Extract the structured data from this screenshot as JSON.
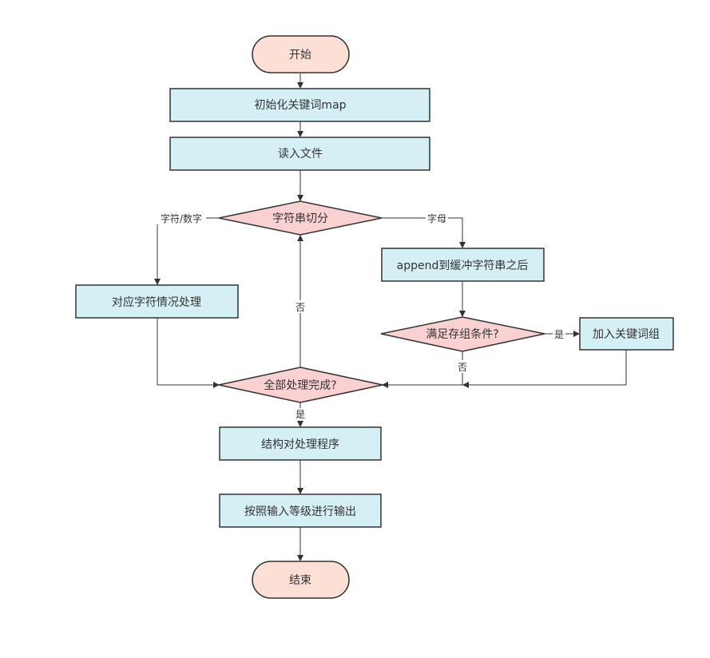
{
  "colors": {
    "terminal_fill": "#fde0d5",
    "process_fill": "#d5f0f4",
    "decision_fill": "#f9d1d1",
    "stroke": "#333333",
    "text": "#333333"
  },
  "nodes": {
    "start": {
      "label": "开始",
      "type": "terminal"
    },
    "init_map": {
      "label": "初始化关键词map",
      "type": "process"
    },
    "read_file": {
      "label": "读入文件",
      "type": "process"
    },
    "split_string": {
      "label": "字符串切分",
      "type": "decision"
    },
    "handle_char": {
      "label": "对应字符情况处理",
      "type": "process"
    },
    "append_buffer": {
      "label": "append到缓冲字符串之后",
      "type": "process"
    },
    "check_group": {
      "label": "满足存组条件?",
      "type": "decision"
    },
    "add_keyword_group": {
      "label": "加入关键词组",
      "type": "process"
    },
    "all_done": {
      "label": "全部处理完成?",
      "type": "decision"
    },
    "struct_handler": {
      "label": "结构对处理程序",
      "type": "process"
    },
    "output_by_level": {
      "label": "按照输入等级进行输出",
      "type": "process"
    },
    "end": {
      "label": "结束",
      "type": "terminal"
    }
  },
  "edges": {
    "split_to_char": {
      "label": "字符/数字"
    },
    "split_to_letter": {
      "label": "字母"
    },
    "done_no": {
      "label": "否"
    },
    "group_yes": {
      "label": "是"
    },
    "group_no": {
      "label": "否"
    },
    "done_yes": {
      "label": "是"
    }
  }
}
